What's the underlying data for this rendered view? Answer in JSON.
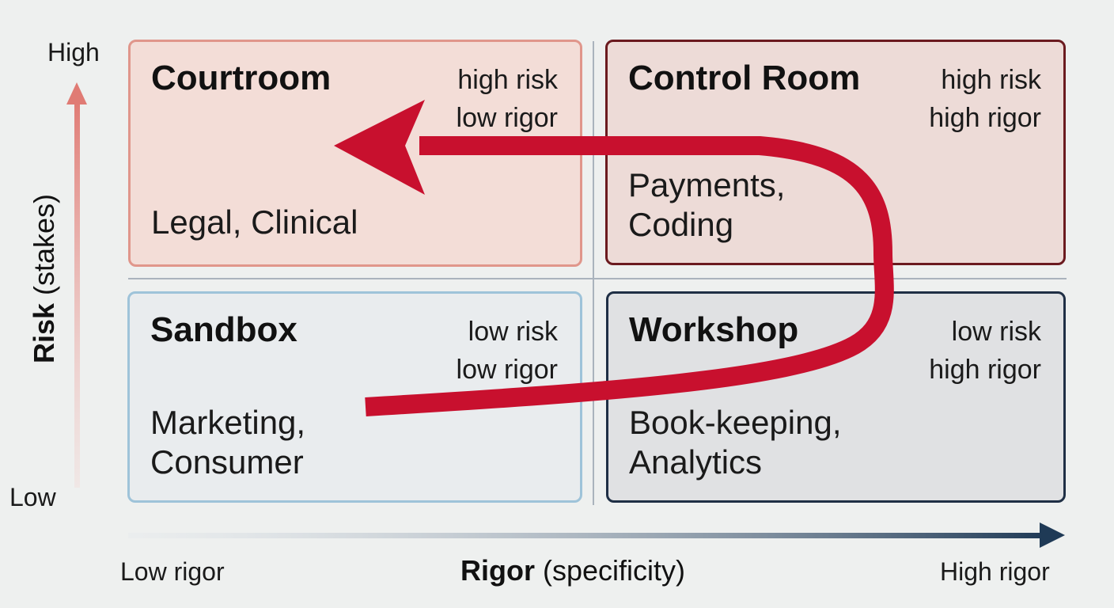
{
  "axes": {
    "y": {
      "title_bold": "Risk",
      "title_rest": " (stakes)",
      "high_label": "High",
      "low_label": "Low"
    },
    "x": {
      "title_bold": "Rigor",
      "title_rest": " (specificity)",
      "low_label": "Low rigor",
      "high_label": "High rigor"
    }
  },
  "quadrants": {
    "courtroom": {
      "title": "Courtroom",
      "tag": [
        "high risk",
        "low rigor"
      ],
      "examples": [
        "Legal, Clinical"
      ]
    },
    "control_room": {
      "title": "Control Room",
      "tag": [
        "high risk",
        "high rigor"
      ],
      "examples": [
        "Payments,",
        "Coding"
      ]
    },
    "sandbox": {
      "title": "Sandbox",
      "tag": [
        "low risk",
        "low rigor"
      ],
      "examples": [
        "Marketing,",
        "Consumer"
      ]
    },
    "workshop": {
      "title": "Workshop",
      "tag": [
        "low risk",
        "high rigor"
      ],
      "examples": [
        "Book-keeping,",
        "Analytics"
      ]
    }
  },
  "colors": {
    "flow_arrow": "#c8102e",
    "y_axis_arrow": "#e07b74",
    "x_axis_arrow": "#1f3a56"
  }
}
